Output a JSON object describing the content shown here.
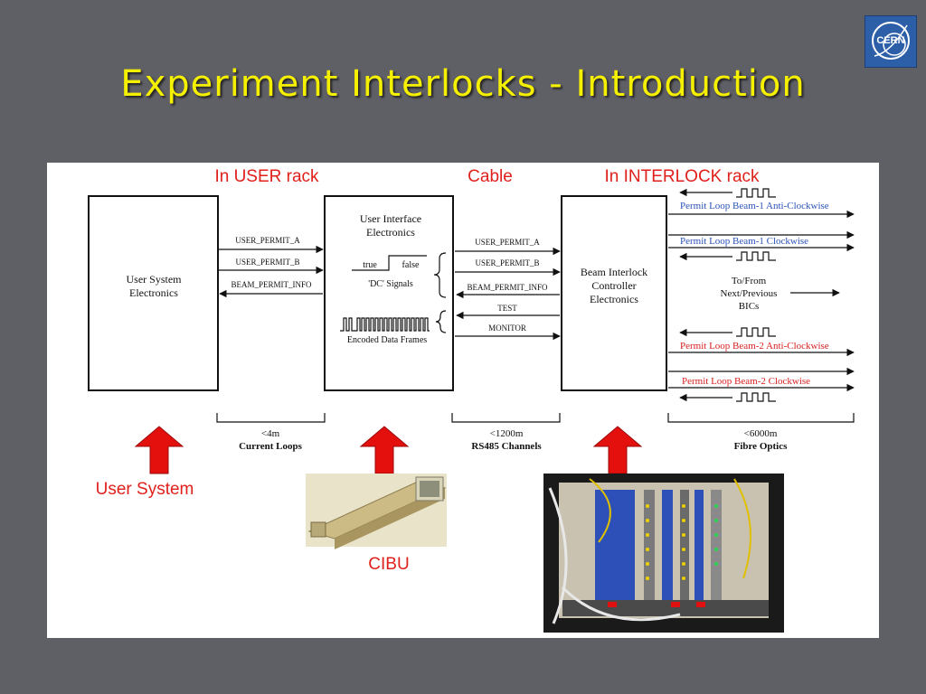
{
  "slide": {
    "title": "Experiment Interlocks - Introduction",
    "logo_text": "CERN"
  },
  "diagram": {
    "headers": {
      "user_rack": "In USER rack",
      "cable": "Cable",
      "interlock_rack": "In INTERLOCK rack"
    },
    "boxes": {
      "user_system": [
        "User System",
        "Electronics"
      ],
      "user_interface": [
        "User Interface",
        "Electronics"
      ],
      "bic": [
        "Beam Interlock",
        "Controller",
        "Electronics"
      ]
    },
    "left_signals": [
      "USER_PERMIT_A",
      "USER_PERMIT_B",
      "BEAM_PERMIT_INFO"
    ],
    "cable_signals": [
      "USER_PERMIT_A",
      "USER_PERMIT_B",
      "BEAM_PERMIT_INFO",
      "TEST",
      "MONITOR"
    ],
    "dc_true": "true",
    "dc_false": "false",
    "dc_caption": "'DC' Signals",
    "frames_caption": "Encoded Data Frames",
    "loops": {
      "b1_acw": "Permit Loop Beam-1 Anti-Clockwise",
      "b1_cw": "Permit Loop Beam-1 Clockwise",
      "b2_acw": "Permit Loop Beam-2 Anti-Clockwise",
      "b2_cw": "Permit Loop Beam-2 Clockwise"
    },
    "to_from": [
      "To/From",
      "Next/Previous",
      "BICs"
    ],
    "spans": {
      "current_loops": [
        "<4m",
        "Current Loops"
      ],
      "rs485": [
        "<1200m",
        "RS485 Channels"
      ],
      "fibre": [
        "<6000m",
        "Fibre Optics"
      ]
    },
    "labels": {
      "user_system": "User System",
      "cibu": "CIBU"
    },
    "colors": {
      "header_red": "#e0201b",
      "beam1_blue": "#2a52b8",
      "beam2_red": "#d81f1f",
      "title_yellow": "#f5f000"
    }
  }
}
